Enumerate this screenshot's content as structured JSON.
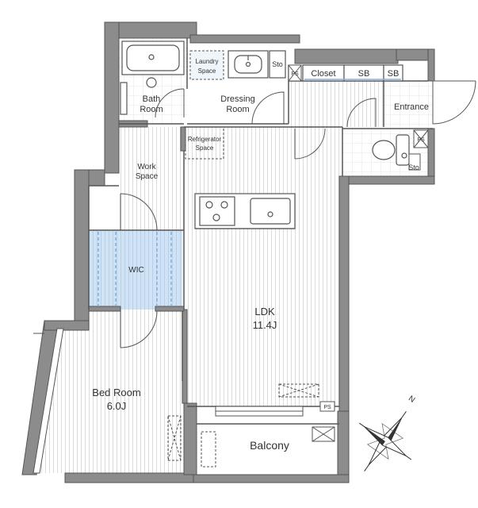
{
  "rooms": {
    "bath": {
      "line1": "Bath",
      "line2": "Room"
    },
    "laundry": {
      "line1": "Laundry",
      "line2": "Space"
    },
    "sto_top": "Sto",
    "ps_top": "PS",
    "dressing": {
      "line1": "Dressing",
      "line2": "Room"
    },
    "closet": "Closet",
    "sb1": "SB",
    "sb2": "SB",
    "entrance": "Entrance",
    "refrigerator": {
      "line1": "Refrigerator",
      "line2": "Space"
    },
    "work": {
      "line1": "Work",
      "line2": "Space"
    },
    "ps_toilet": "PS",
    "sto_toilet": "Sto",
    "wic": "WIC",
    "ldk": {
      "line1": "LDK",
      "line2": "11.4J"
    },
    "bedroom": {
      "line1": "Bed Room",
      "line2": "6.0J"
    },
    "balcony": "Balcony",
    "ps_ldk": "PS"
  },
  "compass": {
    "north": "N"
  },
  "colors": {
    "wall": "#8c8c8c",
    "wall_edge": "#555555",
    "floor_line": "#dcdcdc",
    "wic_fill": "#cfe3f5",
    "label": "#333333"
  }
}
